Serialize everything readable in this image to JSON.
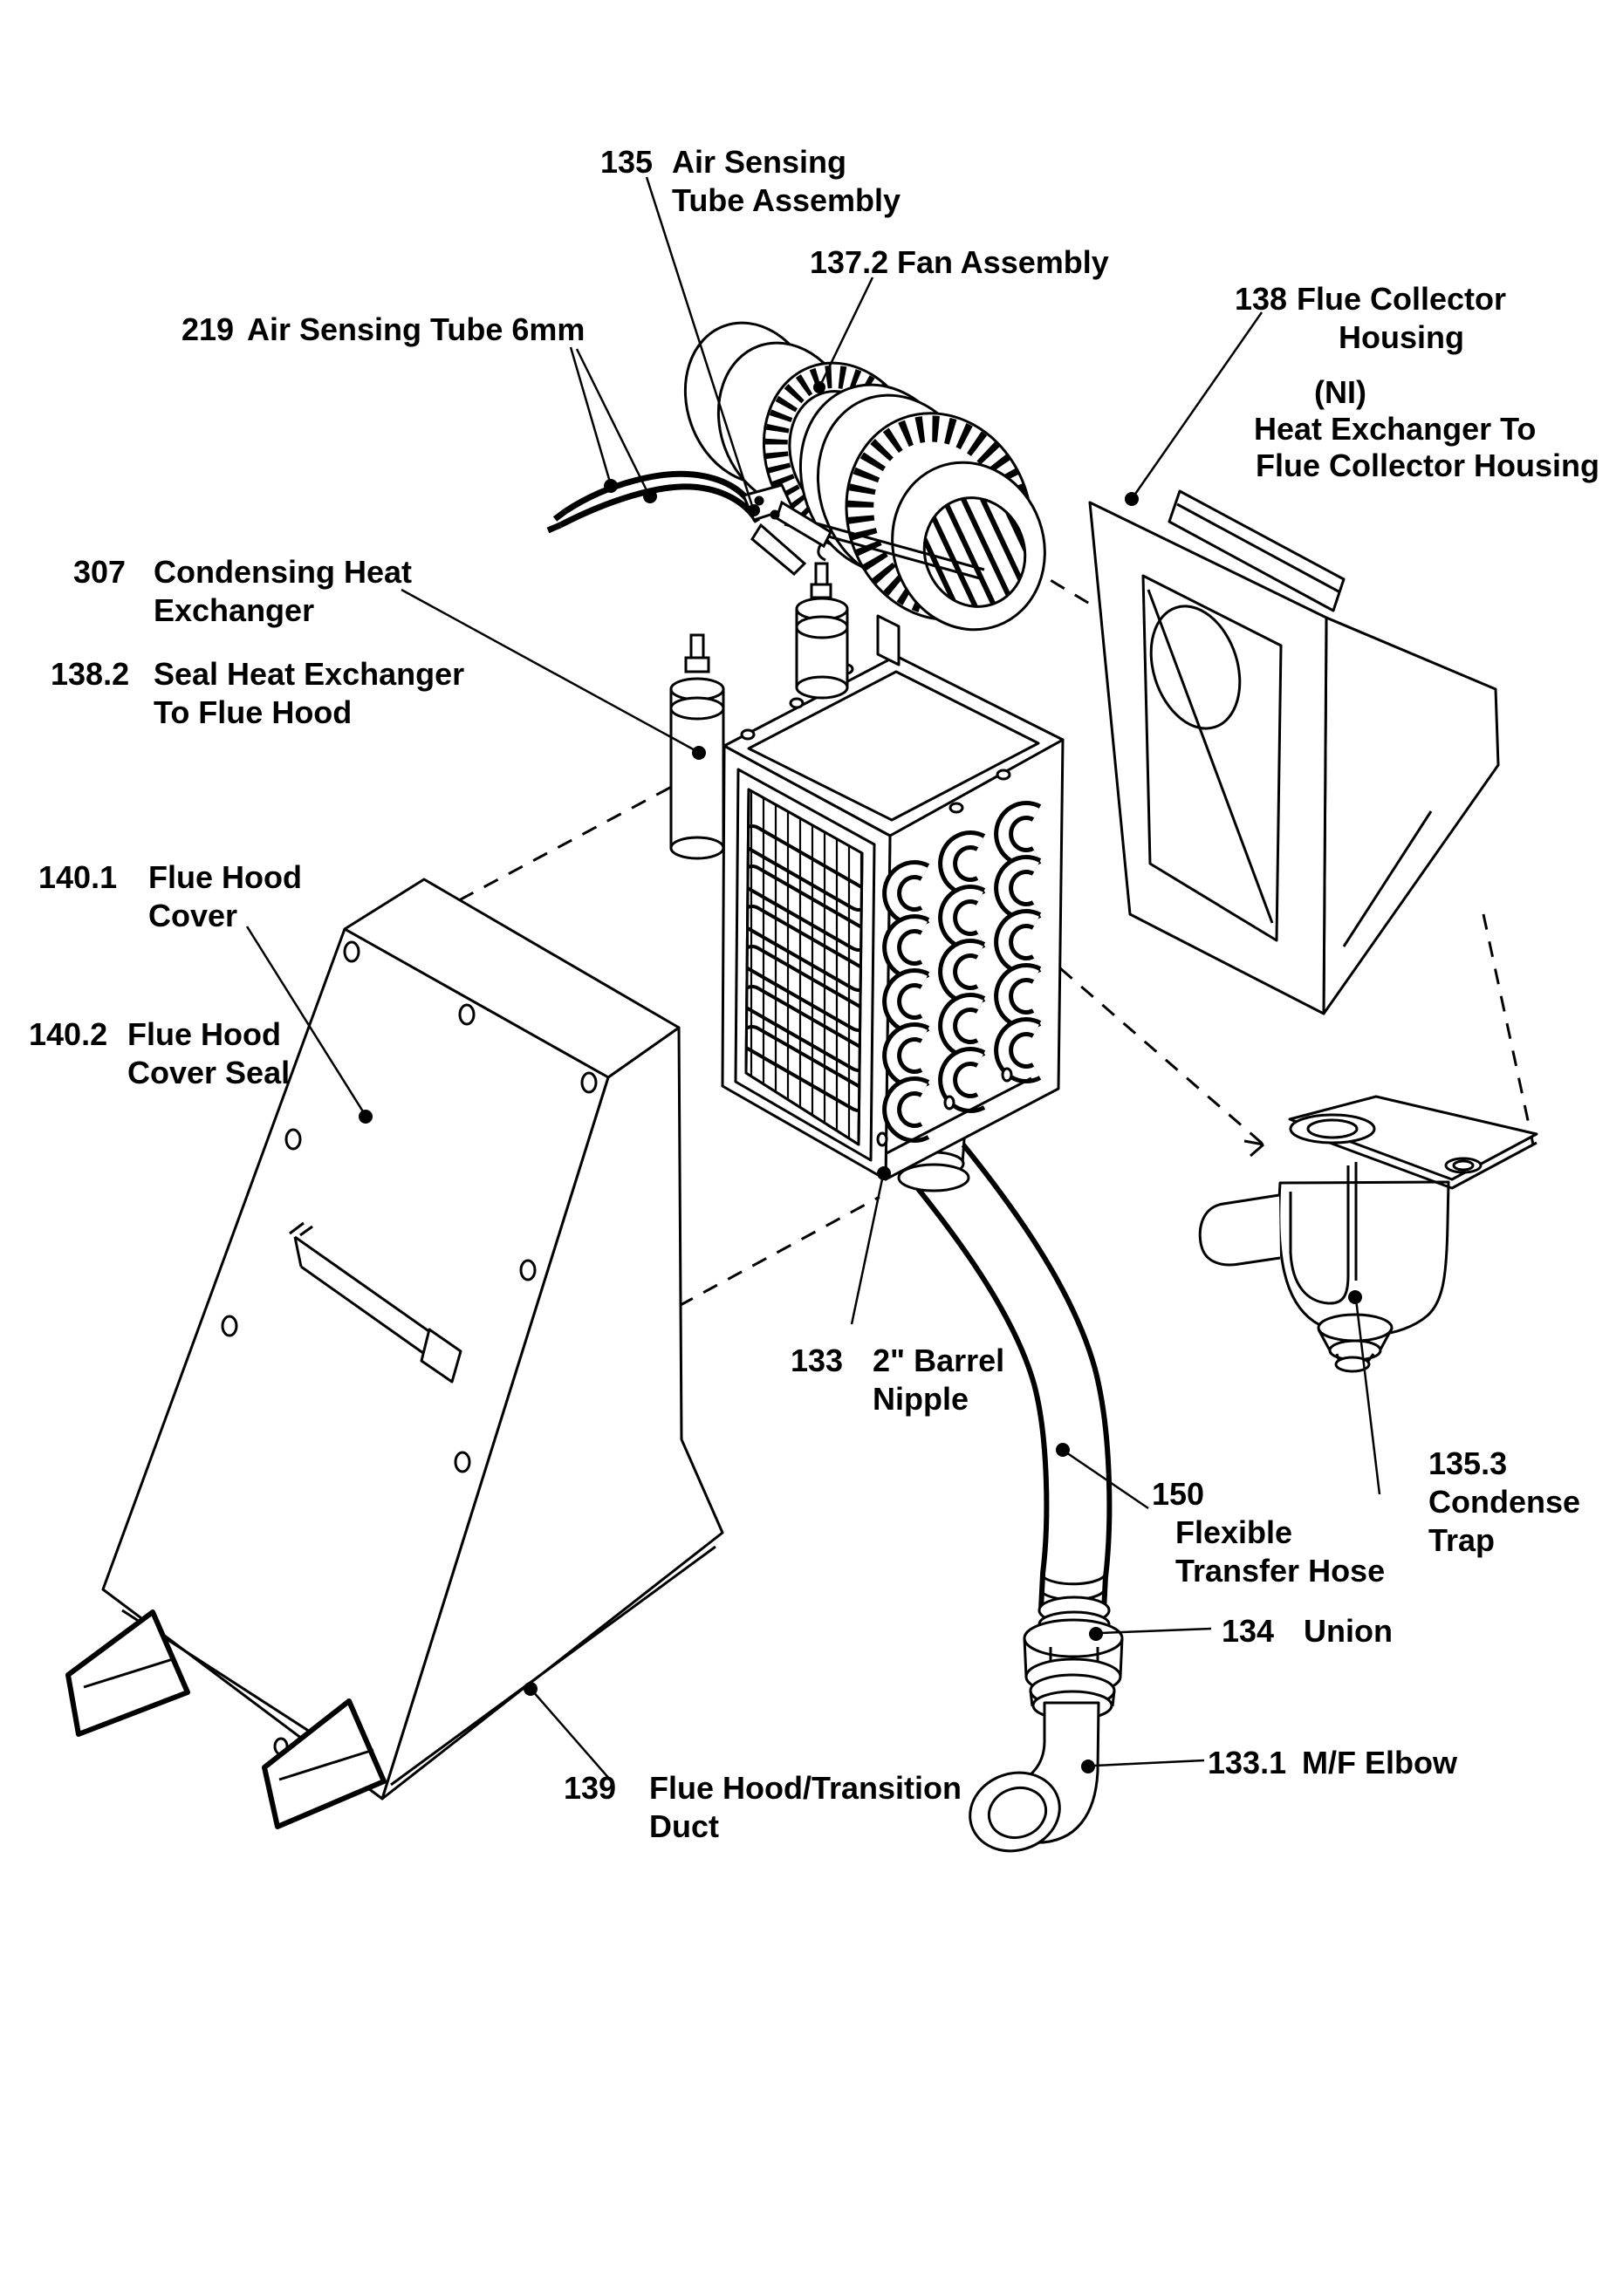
{
  "document": {
    "type": "exploded-parts-diagram",
    "ink_color": "#000000",
    "background_color": "#ffffff"
  },
  "labels": {
    "l135": {
      "num": "135",
      "lines": [
        "Air Sensing",
        "Tube Assembly"
      ]
    },
    "l137_2": {
      "num": "137.2",
      "lines": [
        "Fan Assembly"
      ]
    },
    "l219": {
      "num": "219",
      "lines": [
        "Air Sensing Tube 6mm"
      ]
    },
    "l138": {
      "num": "138",
      "lines": [
        "Flue Collector",
        "Housing"
      ]
    },
    "ni": {
      "lines": [
        "(NI)",
        "Heat Exchanger To",
        "Flue Collector Housing"
      ]
    },
    "l307": {
      "num": "307",
      "lines": [
        "Condensing Heat",
        "Exchanger"
      ]
    },
    "l138_2": {
      "num": "138.2",
      "lines": [
        "Seal Heat Exchanger",
        "To Flue Hood"
      ]
    },
    "l140_1": {
      "num": "140.1",
      "lines": [
        "Flue Hood",
        "Cover"
      ]
    },
    "l140_2": {
      "num": "140.2",
      "lines": [
        "Flue Hood",
        "Cover Seal"
      ]
    },
    "l133": {
      "num": "133",
      "lines": [
        "2\" Barrel",
        "Nipple"
      ]
    },
    "l150": {
      "num": "150",
      "lines": [
        "Flexible",
        "Transfer Hose"
      ]
    },
    "l134": {
      "num": "134",
      "lines": [
        "Union"
      ]
    },
    "l133_1": {
      "num": "133.1",
      "lines": [
        "M/F Elbow"
      ]
    },
    "l135_3": {
      "num": "135.3",
      "lines": [
        "Condense",
        "Trap"
      ]
    },
    "l139": {
      "num": "139",
      "lines": [
        "Flue Hood/Transition",
        "Duct"
      ]
    }
  }
}
